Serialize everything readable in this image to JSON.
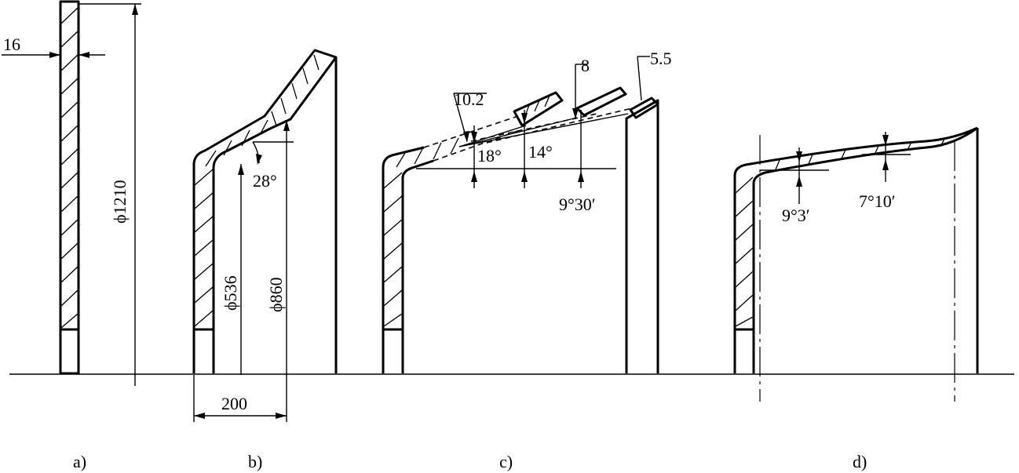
{
  "panels": [
    {
      "id": "a",
      "caption": "a)",
      "dims": {
        "thickness": "16",
        "diameter": "ϕ1210"
      }
    },
    {
      "id": "b",
      "caption": "b)",
      "dims": {
        "angle": "28°",
        "inner_diameter": "ϕ536",
        "outer_diameter": "ϕ860",
        "width": "200"
      }
    },
    {
      "id": "c",
      "caption": "c)",
      "dims": {
        "t1": "10.2",
        "t2": "8",
        "t3": "5.5",
        "a1": "18°",
        "a2": "14°",
        "a3": "9°30′"
      }
    },
    {
      "id": "d",
      "caption": "d)",
      "dims": {
        "a1": "9°3′",
        "a2": "7°10′"
      }
    }
  ]
}
